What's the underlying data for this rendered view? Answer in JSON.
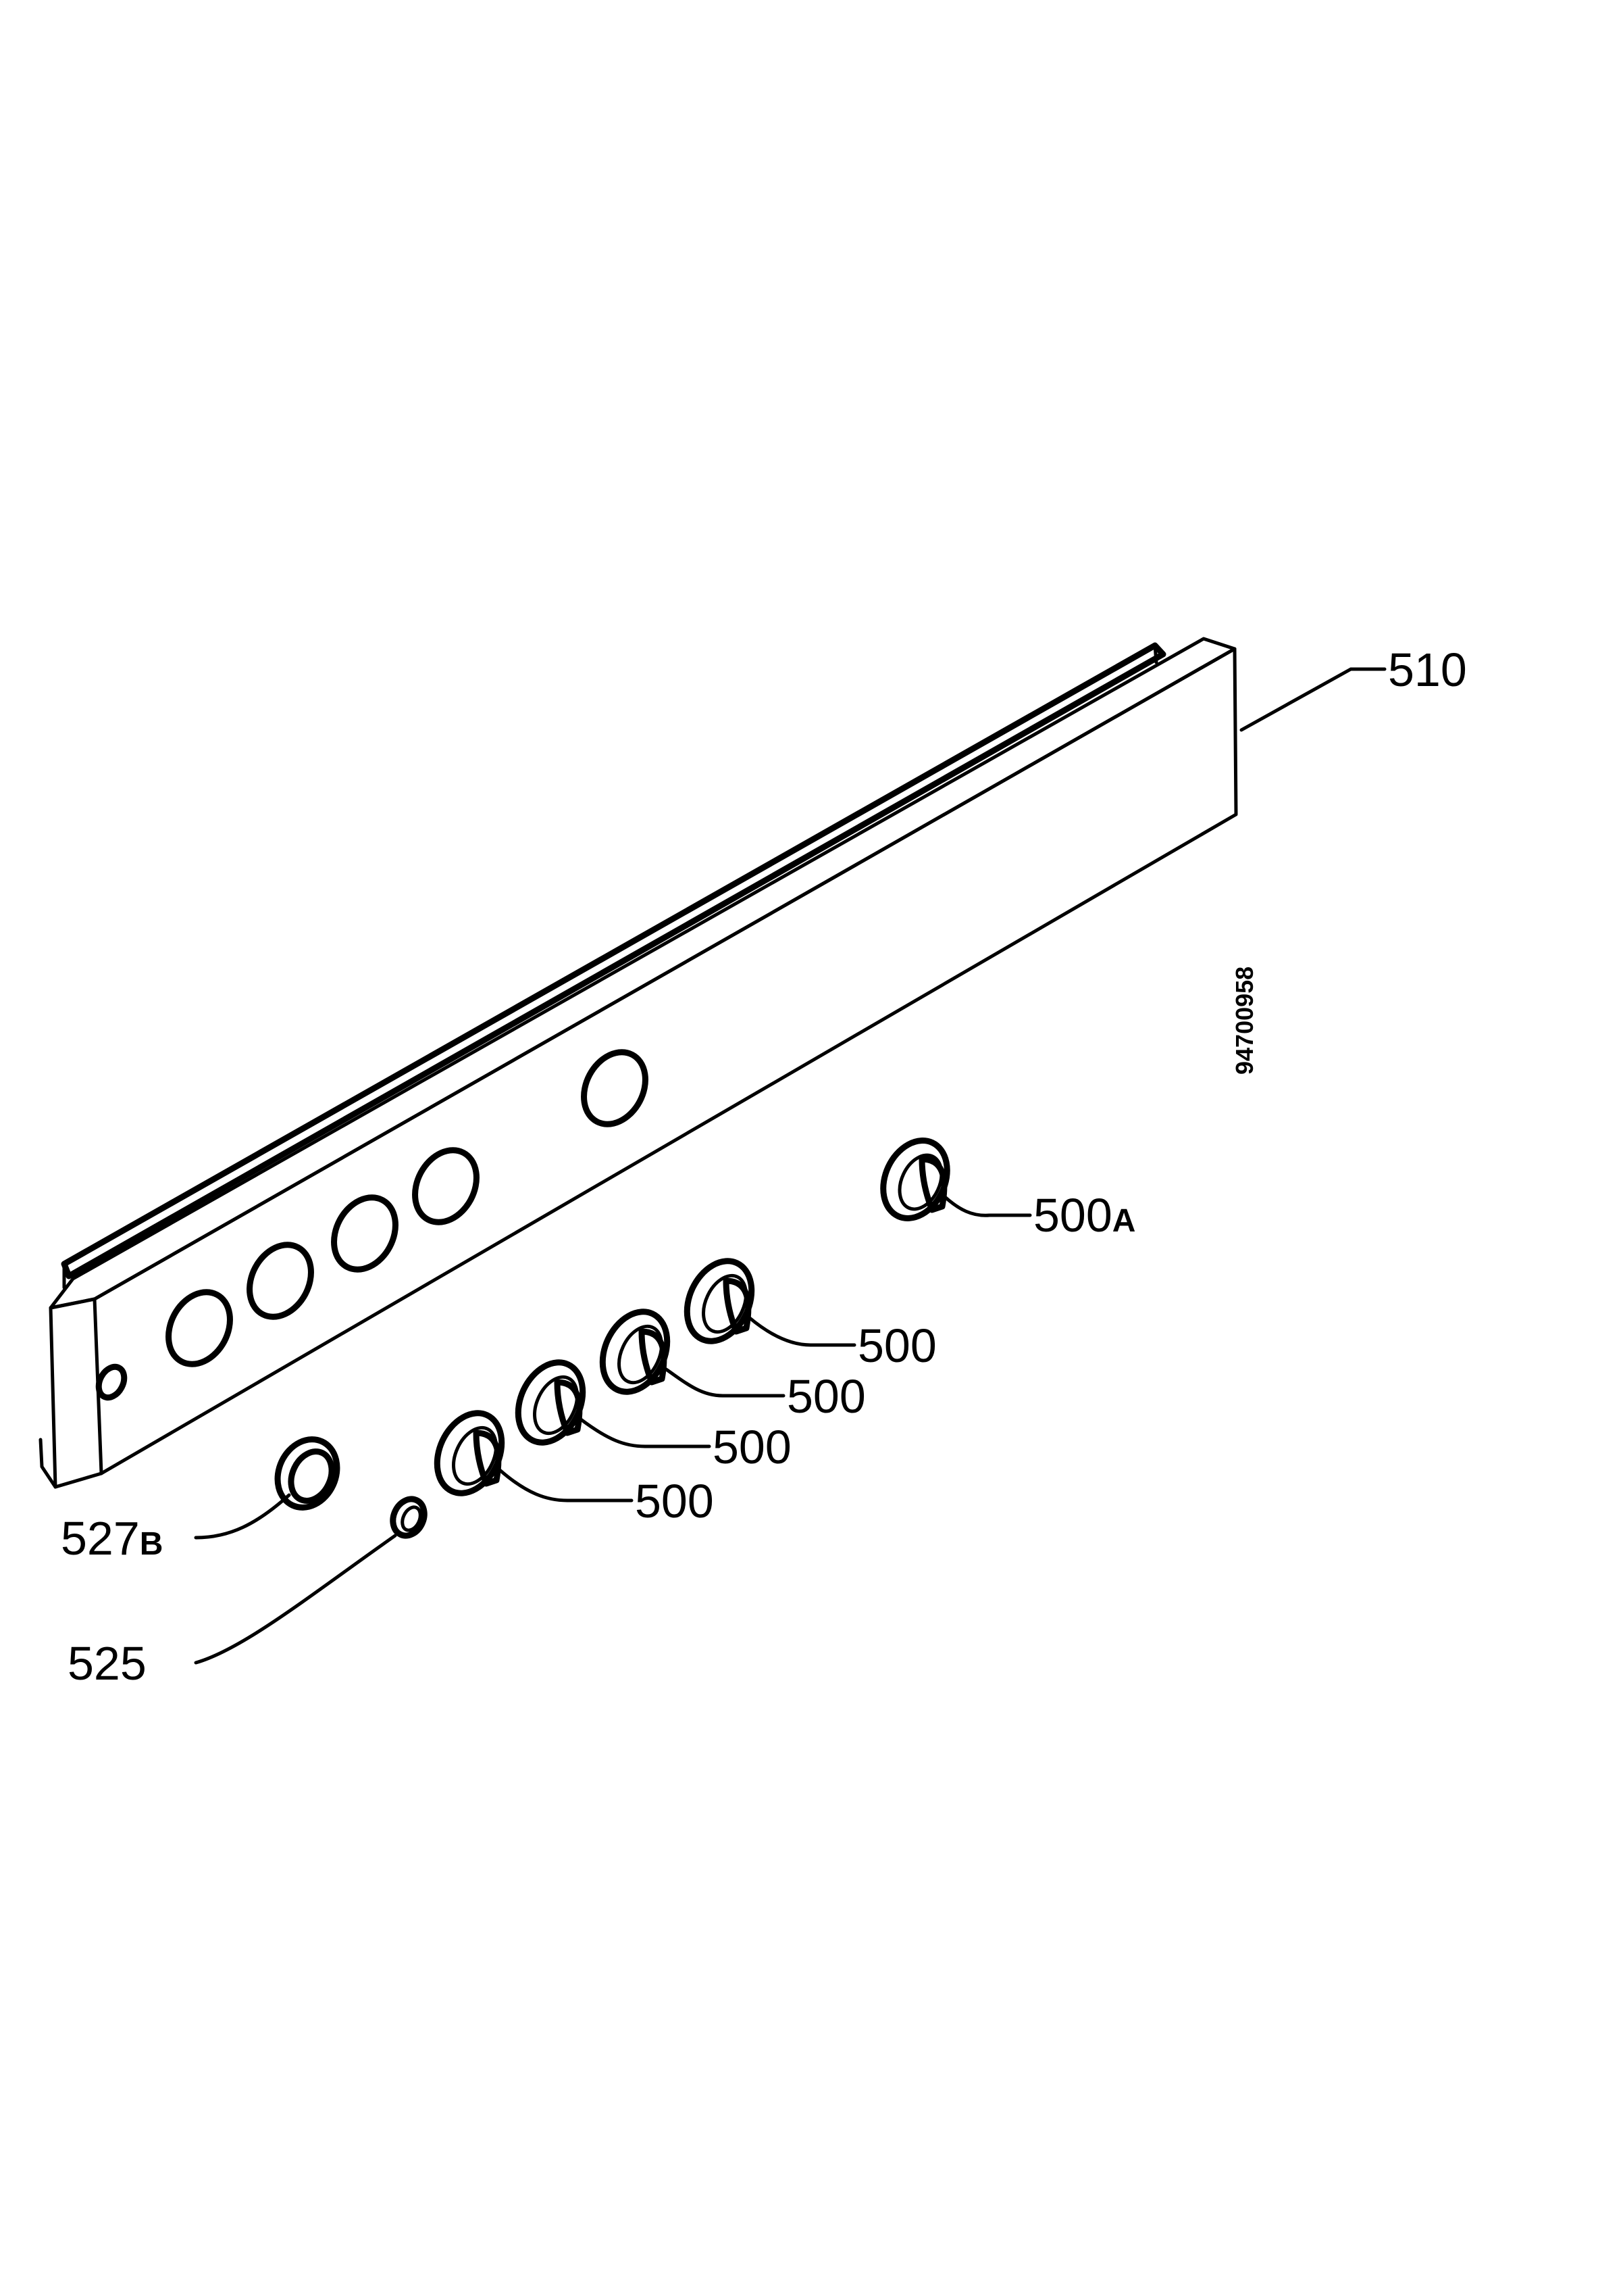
{
  "drawing_number": "94700958",
  "callouts": {
    "panel": "510",
    "knob_a_main": "500",
    "knob_a_suffix": "A",
    "knob_1": "500",
    "knob_2": "500",
    "knob_3": "500",
    "knob_4": "500",
    "bezel_main": "527",
    "bezel_suffix": "B",
    "button": "525"
  }
}
